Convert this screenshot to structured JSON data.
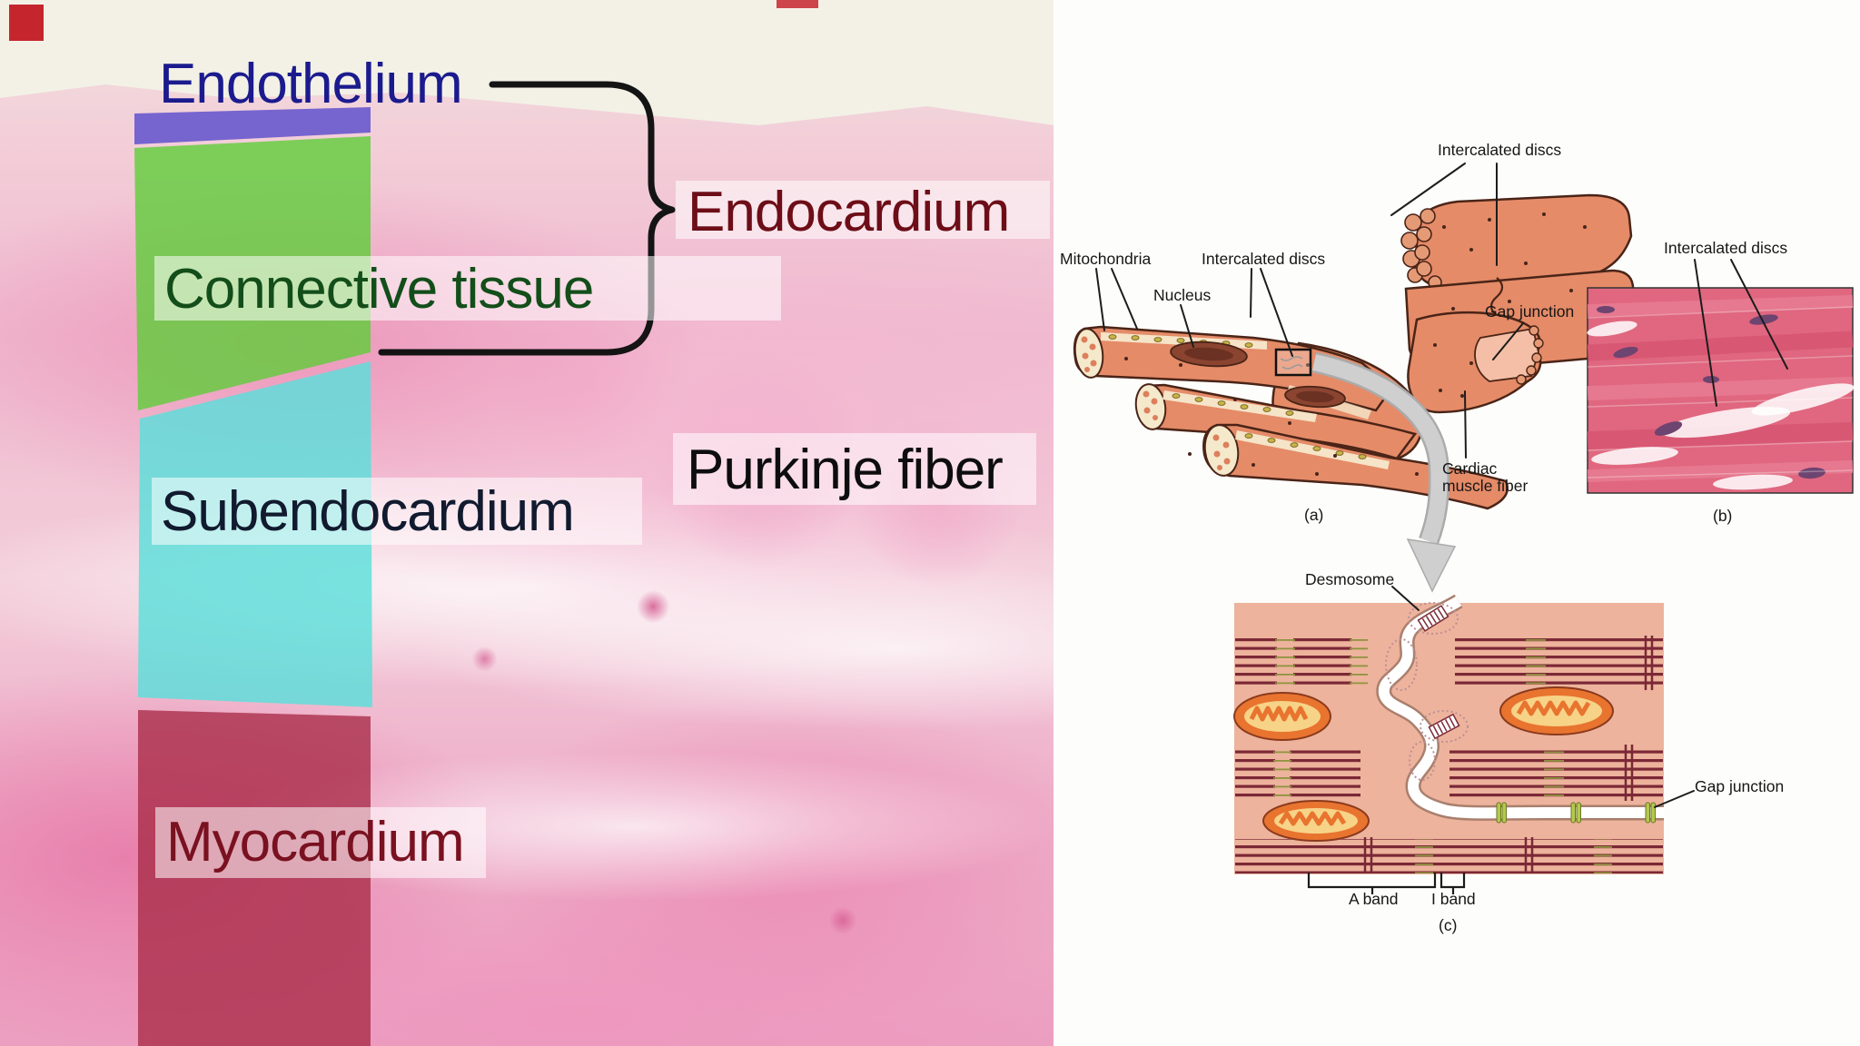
{
  "left": {
    "endothelium": "Endothelium",
    "connective_tissue": "Connective tissue",
    "endocardium": "Endocardium",
    "subendocardium": "Subendocardium",
    "purkinje_fiber": "Purkinje fiber",
    "myocardium": "Myocardium",
    "colors": {
      "endothelium_overlay": "#6455cd",
      "connective_tissue_overlay": "#5fcd3a",
      "subendocardium_overlay": "#58e0db",
      "myocardium_overlay": "#a82a46",
      "endothelium_text": "#1b1b8e",
      "connective_tissue_text": "#134e1a",
      "endocardium_text": "#6d0d17",
      "subendocardium_text": "#111a2e",
      "purkinje_fiber_text": "#0d0d0d",
      "myocardium_text": "#7a1120"
    }
  },
  "right": {
    "a": {
      "intercalated_discs_top": "Intercalated discs",
      "mitochondria": "Mitochondria",
      "nucleus": "Nucleus",
      "intercalated_discs": "Intercalated discs",
      "gap_junction": "Gap junction",
      "cardiac_line1": "Cardiac",
      "cardiac_line2": "muscle fiber",
      "caption": "(a)"
    },
    "b": {
      "intercalated_discs": "Intercalated discs",
      "caption": "(b)"
    },
    "c": {
      "desmosome": "Desmosome",
      "gap_junction": "Gap junction",
      "a_band": "A band",
      "i_band": "I band",
      "caption": "(c)"
    }
  }
}
